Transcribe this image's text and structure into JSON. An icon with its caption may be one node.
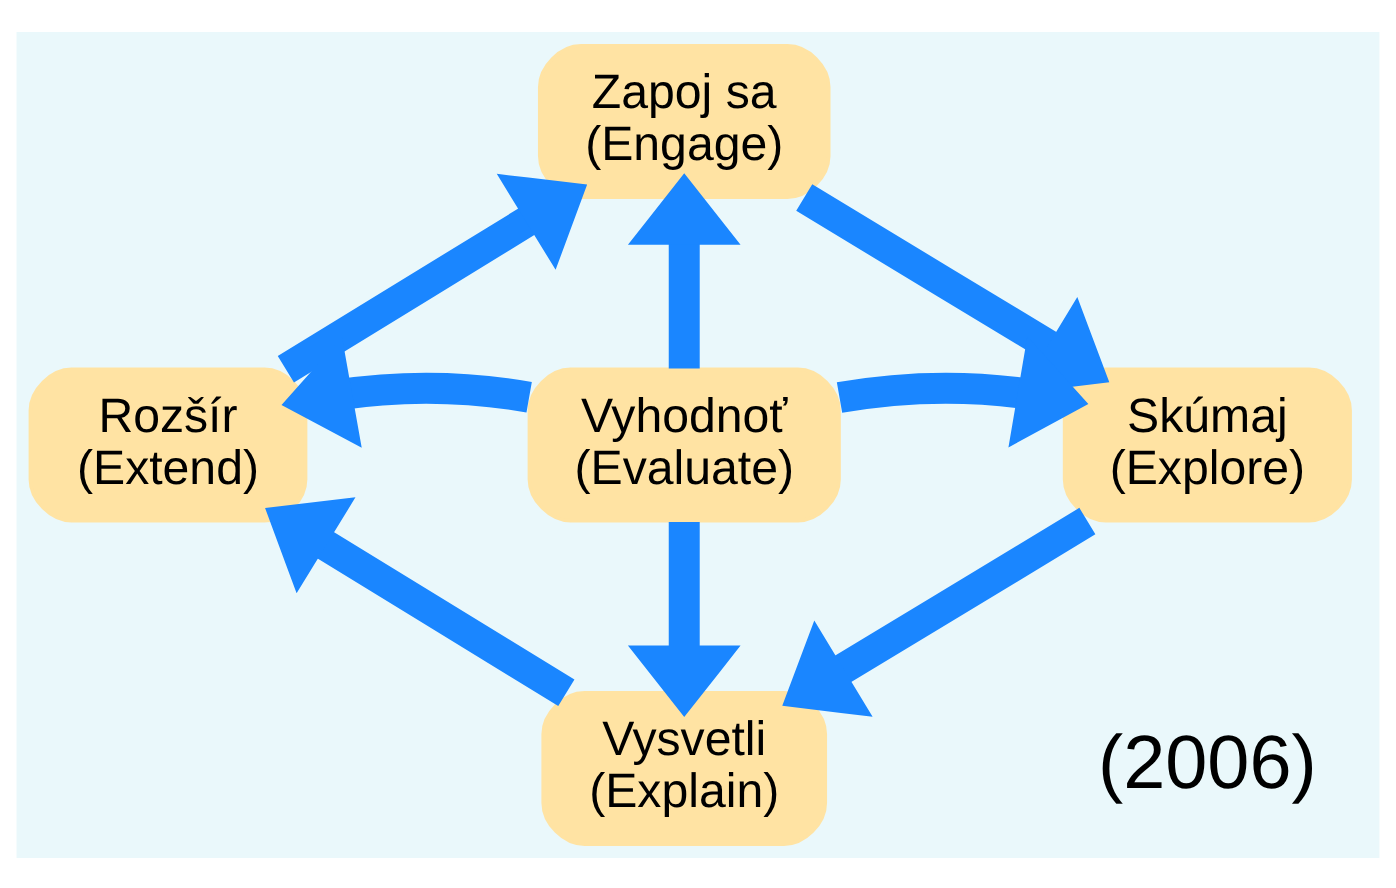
{
  "diagram": {
    "nodes": [
      {
        "text": [
          "Zapoj sa",
          "(Engage)"
        ]
      },
      {
        "text": [
          "Rozšír",
          "(Extend)"
        ]
      },
      {
        "text": [
          "Vyhodnoť",
          "(Evaluate)"
        ]
      },
      {
        "text": [
          "Skúmaj",
          "(Explore)"
        ]
      },
      {
        "text": [
          "Vysvetli",
          "(Explain)"
        ]
      }
    ],
    "edges": [
      {
        "from": 0,
        "to": 3,
        "arrow": "to"
      },
      {
        "from": 3,
        "to": 4,
        "arrow": "to"
      },
      {
        "from": 4,
        "to": 1,
        "arrow": "to"
      },
      {
        "from": 1,
        "to": 0,
        "arrow": "to"
      },
      {
        "from": 2,
        "to": 0,
        "arrow": "to"
      },
      {
        "from": 2,
        "to": 1,
        "arrow": "to"
      },
      {
        "from": 2,
        "to": 3,
        "arrow": "to"
      },
      {
        "from": 2,
        "to": 4,
        "arrow": "to"
      }
    ],
    "labels": [
      "(2006)"
    ]
  }
}
